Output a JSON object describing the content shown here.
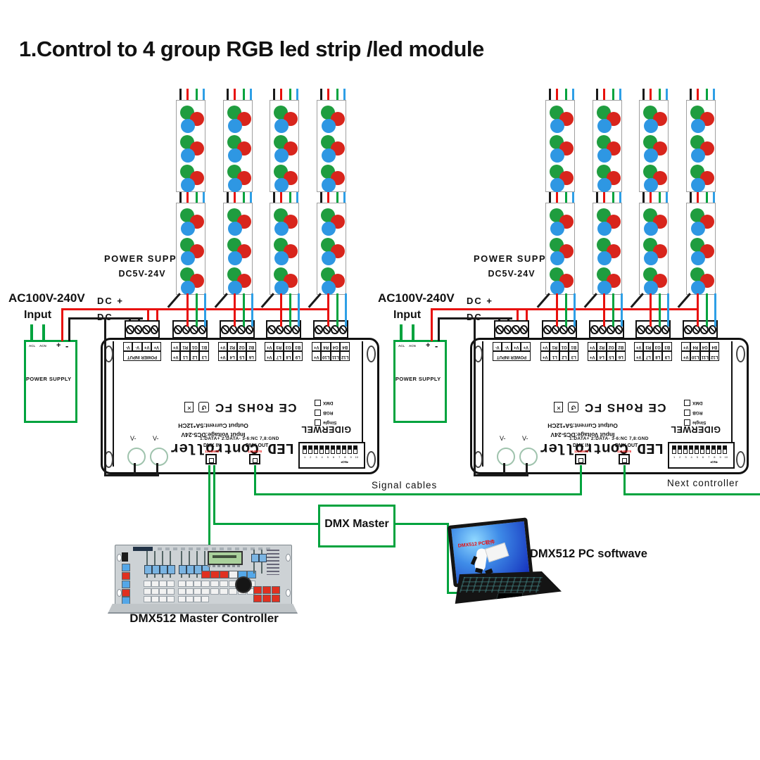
{
  "title": "1.Control to 4 group RGB led strip /led module",
  "side_labels": {
    "power_supply_title": "POWER SUPPLY",
    "power_supply_voltage": "DC5V-24V",
    "ac_voltage": "AC100V-240V",
    "ac_input": "Input",
    "dc_plus": "DC +",
    "dc_minus": "DC -",
    "ps_box": {
      "acl": "ACL",
      "acn": "ACN",
      "plus": "+",
      "minus": "-",
      "label": "POWER SUPPLY"
    }
  },
  "controller": {
    "terminal_blocks": [
      {
        "rows": [
          [
            "POWER INPUT"
          ],
          [
            "V+",
            "V+",
            "V-",
            "V-"
          ]
        ]
      },
      {
        "rows": [
          [
            "L3",
            "L2",
            "L1",
            "V+"
          ],
          [
            "B1",
            "G1",
            "R1",
            "V+"
          ]
        ]
      },
      {
        "rows": [
          [
            "L6",
            "L5",
            "L4",
            "V+"
          ],
          [
            "B2",
            "G2",
            "R2",
            "V+"
          ]
        ]
      },
      {
        "rows": [
          [
            "L9",
            "L8",
            "L7",
            "V+"
          ],
          [
            "B3",
            "G3",
            "R3",
            "V+"
          ]
        ]
      },
      {
        "rows": [
          [
            "L12",
            "L11",
            "L10",
            "V+"
          ],
          [
            "B4",
            "G4",
            "R4",
            "V+"
          ]
        ]
      }
    ],
    "certification": "CE  RoHS  FC",
    "mode_legend": [
      "Single",
      "RGB",
      "DMX"
    ],
    "brand": "GIDERWEL",
    "specs": [
      "Input Voltage:DC5-24V",
      "Output Current:5A*12CH"
    ],
    "product_name": "LED Controller",
    "vminus_label": "V-",
    "data_pin_map": "1:DATA+  2:DATA-  3-6:NC  7,8:GND",
    "dmx_in": "DMX IN",
    "dmx_out": "DMX OUT",
    "port_pin_numbers": "12345678",
    "dip_numbers": [
      "1",
      "2",
      "3",
      "4",
      "5",
      "6",
      "7",
      "8",
      "9",
      "10"
    ],
    "dip_on": "◂ON▸"
  },
  "connections": {
    "signal_cables": "Signal  cables",
    "next_controller": "Next   controller",
    "dmx_master": "DMX Master"
  },
  "devices": {
    "console_label": "DMX512 Master Controller",
    "laptop_label": "DMX512  PC  softwave",
    "laptop_screen_text": "DMX512 PC软件"
  },
  "colors": {
    "wire_red": "#e8100c",
    "wire_black": "#1a1a1a",
    "signal_green": "#00a33e",
    "wire_blue": "#2e9fe6",
    "led_green": "#1f9d3f",
    "led_red": "#d8251c",
    "led_blue": "#2e97e3",
    "ps_green": "#00a33e"
  }
}
